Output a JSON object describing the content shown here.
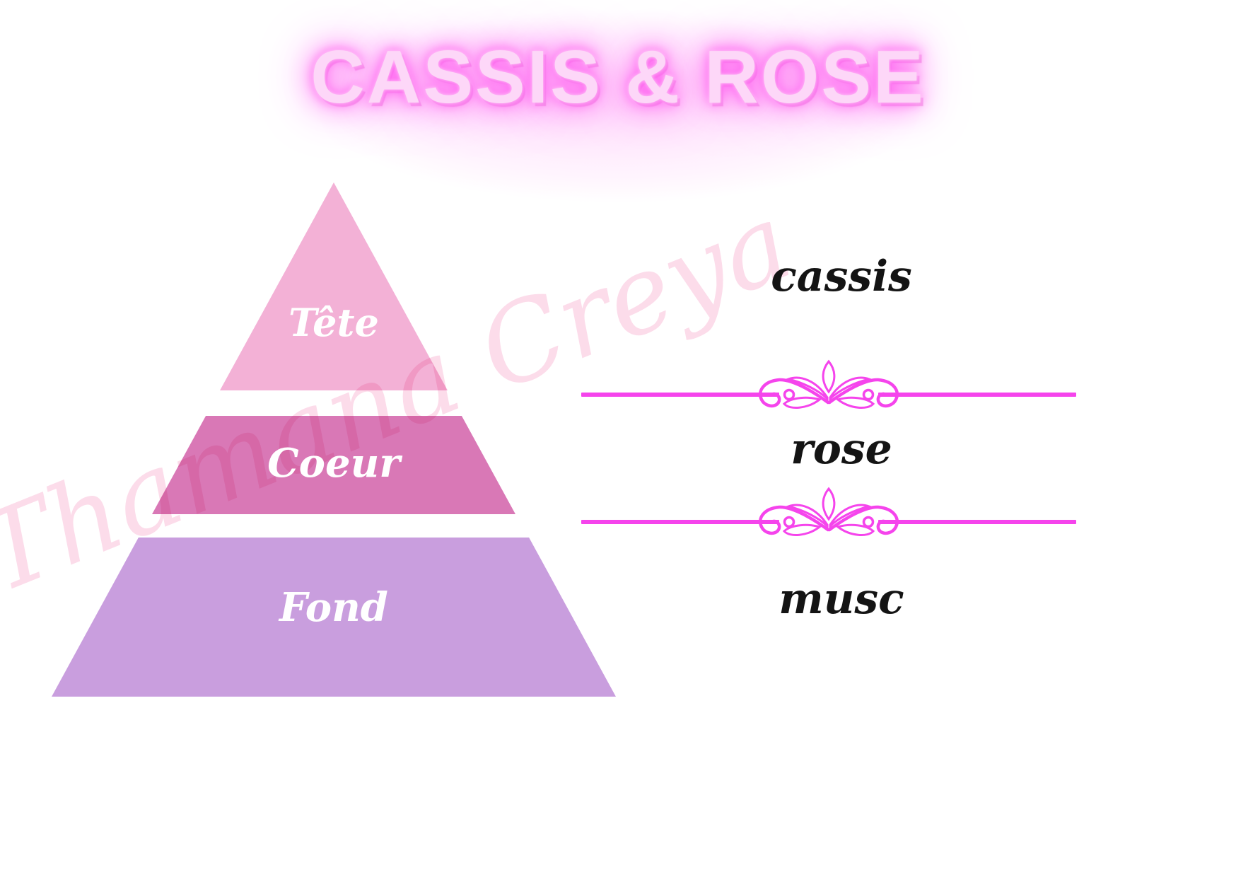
{
  "title": "CASSIS & ROSE",
  "pyramid": {
    "tiers": [
      {
        "id": "tete",
        "label": "Tête",
        "color": "#f3b1d6",
        "note": "cassis"
      },
      {
        "id": "coeur",
        "label": "Coeur",
        "color": "#d978b6",
        "note": "rose"
      },
      {
        "id": "fond",
        "label": "Fond",
        "color": "#c99ede",
        "note": "musc"
      }
    ]
  },
  "notes": {
    "top": "cassis",
    "heart": "rose",
    "base": "musc"
  },
  "divider_icon": "lotus-flourish-divider",
  "watermark": "Thamana Creya",
  "colors": {
    "accent_magenta": "#f544ec",
    "title_fill": "#fdd7f8",
    "title_glow": "#ff5cf0",
    "label_text": "#ffffff",
    "note_text": "#141414",
    "watermark_pink": "#f9c3da"
  }
}
